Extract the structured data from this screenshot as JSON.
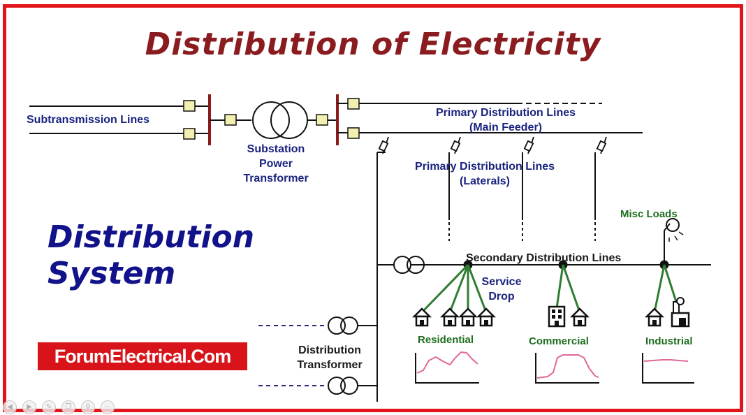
{
  "title": "Distribution of Electricity",
  "system_label": [
    "Distribution",
    "System"
  ],
  "brand": "ForumElectrical.Com",
  "labels": {
    "subtransmission": "Subtransmission Lines",
    "substation": [
      "Substation",
      "Power",
      "Transformer"
    ],
    "primary_main": [
      "Primary Distribution Lines",
      "(Main Feeder)"
    ],
    "primary_laterals": [
      "Primary Distribution Lines",
      "(Laterals)"
    ],
    "misc_loads": "Misc Loads",
    "secondary": "Secondary Distribution Lines",
    "service_drop": [
      "Service",
      "Drop"
    ],
    "distribution_transformer": [
      "Distribution",
      "Transformer"
    ],
    "residential": "Residential",
    "commercial": "Commercial",
    "industrial": "Industrial"
  },
  "icons": [
    "skip-back-icon",
    "play-icon",
    "pencil-icon",
    "copy-icon",
    "zoom-icon",
    "more-icon"
  ],
  "colors": {
    "frame": "#e2141b",
    "title": "#8a1c20",
    "label_blue": "#1a237e",
    "load_green": "#1f6e1f",
    "drop_line": "#2e7d32",
    "load_curve": "#e0679a",
    "breaker_bar": "#8b1a1a",
    "box_fill": "#f2f0b0"
  }
}
